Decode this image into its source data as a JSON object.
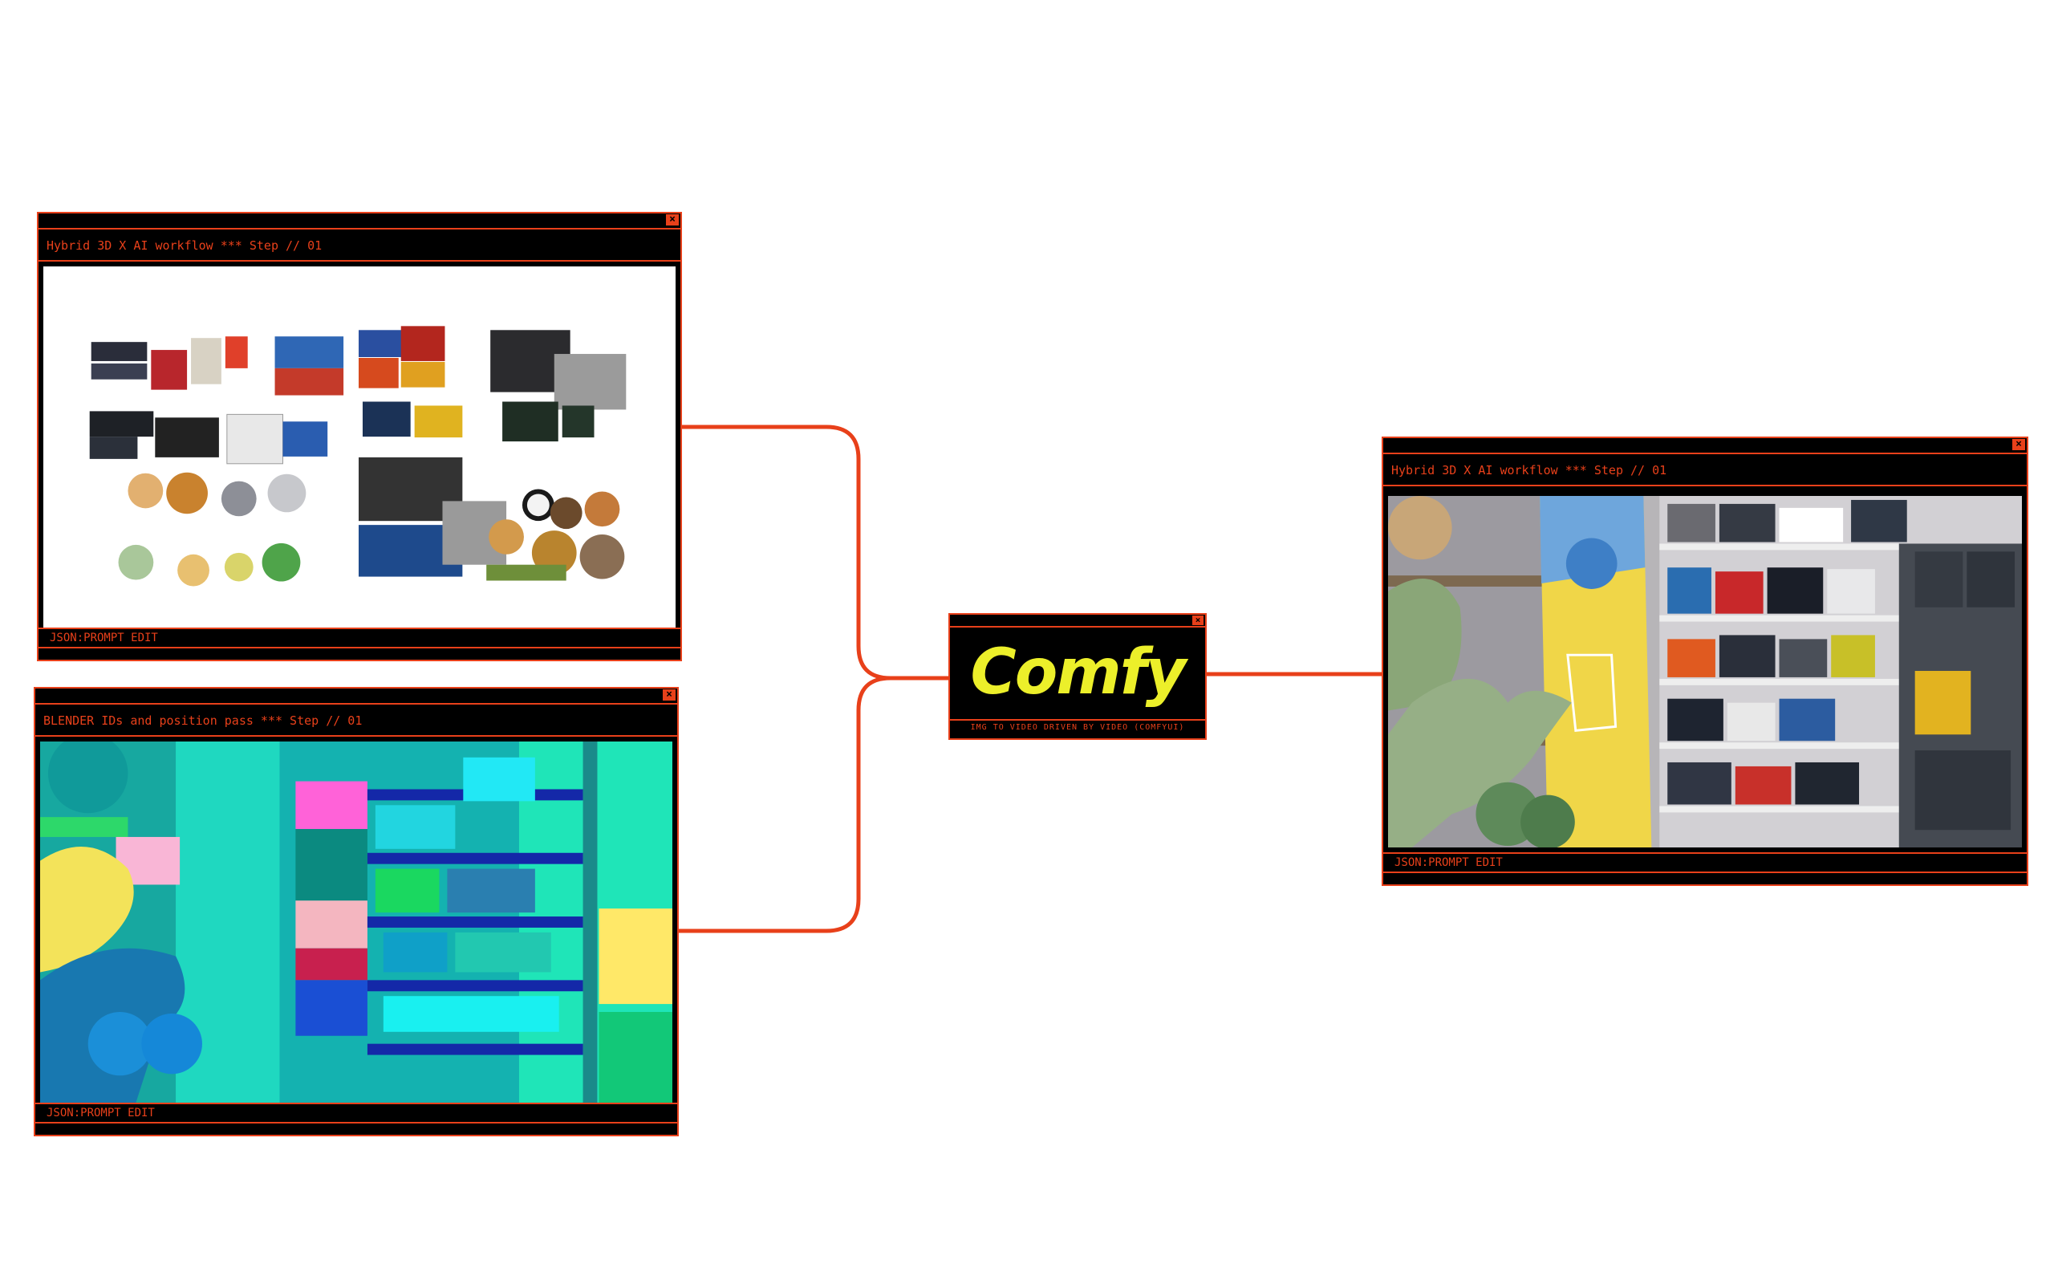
{
  "colors": {
    "accent": "#e8401a",
    "window_bg": "#000000",
    "logo": "#ecef2a",
    "canvas": "#ffffff"
  },
  "windows": [
    {
      "id": "win1",
      "close_icon": "×",
      "title": "Hybrid 3D X AI workflow *** Step // 01",
      "footer": "JSON:PROMPT EDIT",
      "image": "toy-products-collage"
    },
    {
      "id": "win2",
      "close_icon": "×",
      "title": "BLENDER IDs and position pass *** Step // 01",
      "footer": "JSON:PROMPT EDIT",
      "image": "blender-id-pass-render"
    },
    {
      "id": "win3",
      "close_icon": "×",
      "title": "Hybrid 3D X AI workflow *** Step // 01",
      "footer": "JSON:PROMPT EDIT",
      "image": "toy-store-shelves-video-frame"
    }
  ],
  "comfy_node": {
    "close_icon": "×",
    "logo_text": "Comfy",
    "caption": "IMG TO VIDEO DRIVEN BY VIDEO (COMFYUI)"
  }
}
